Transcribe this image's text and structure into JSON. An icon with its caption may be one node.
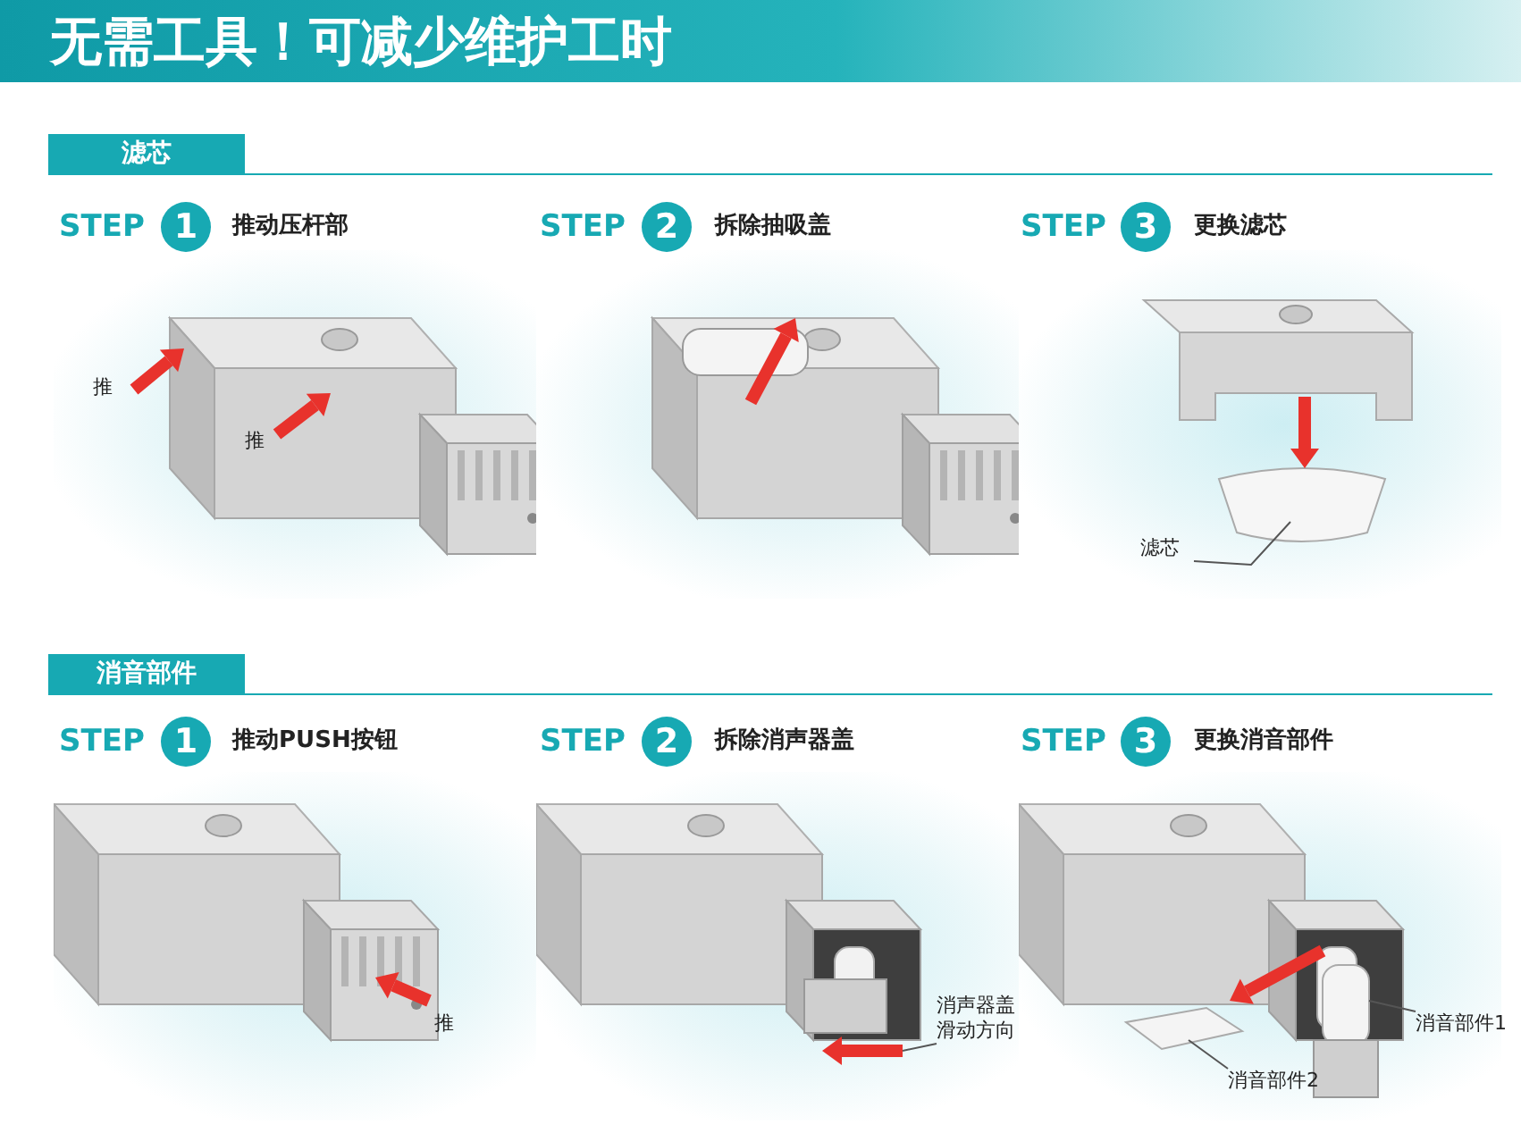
{
  "diagram": {
    "title": "无需工具！可减少维护工时",
    "nodes": [
      {
        "text": [
          "滤芯"
        ]
      },
      {
        "text": [
          "消声器盖滑动方向"
        ]
      },
      {
        "text": [
          "消音部件1"
        ]
      },
      {
        "text": [
          "消音部件2"
        ]
      }
    ],
    "edges": [
      {
        "from": 0,
        "to": null,
        "arrow": "none"
      },
      {
        "from": 1,
        "to": null,
        "arrow": "none"
      },
      {
        "from": 2,
        "to": null,
        "arrow": "none"
      },
      {
        "from": 3,
        "to": null,
        "arrow": "none"
      }
    ],
    "labels": [
      "滤芯",
      "STEP",
      "1",
      "推动压杆部",
      "STEP",
      "2",
      "拆除抽吸盖",
      "STEP",
      "3",
      "更换滤芯",
      "推",
      "推",
      "消音部件",
      "STEP",
      "1",
      "推动PUSH按钮",
      "STEP",
      "2",
      "拆除消声器盖",
      "STEP",
      "3",
      "更换消音部件",
      "推"
    ]
  }
}
